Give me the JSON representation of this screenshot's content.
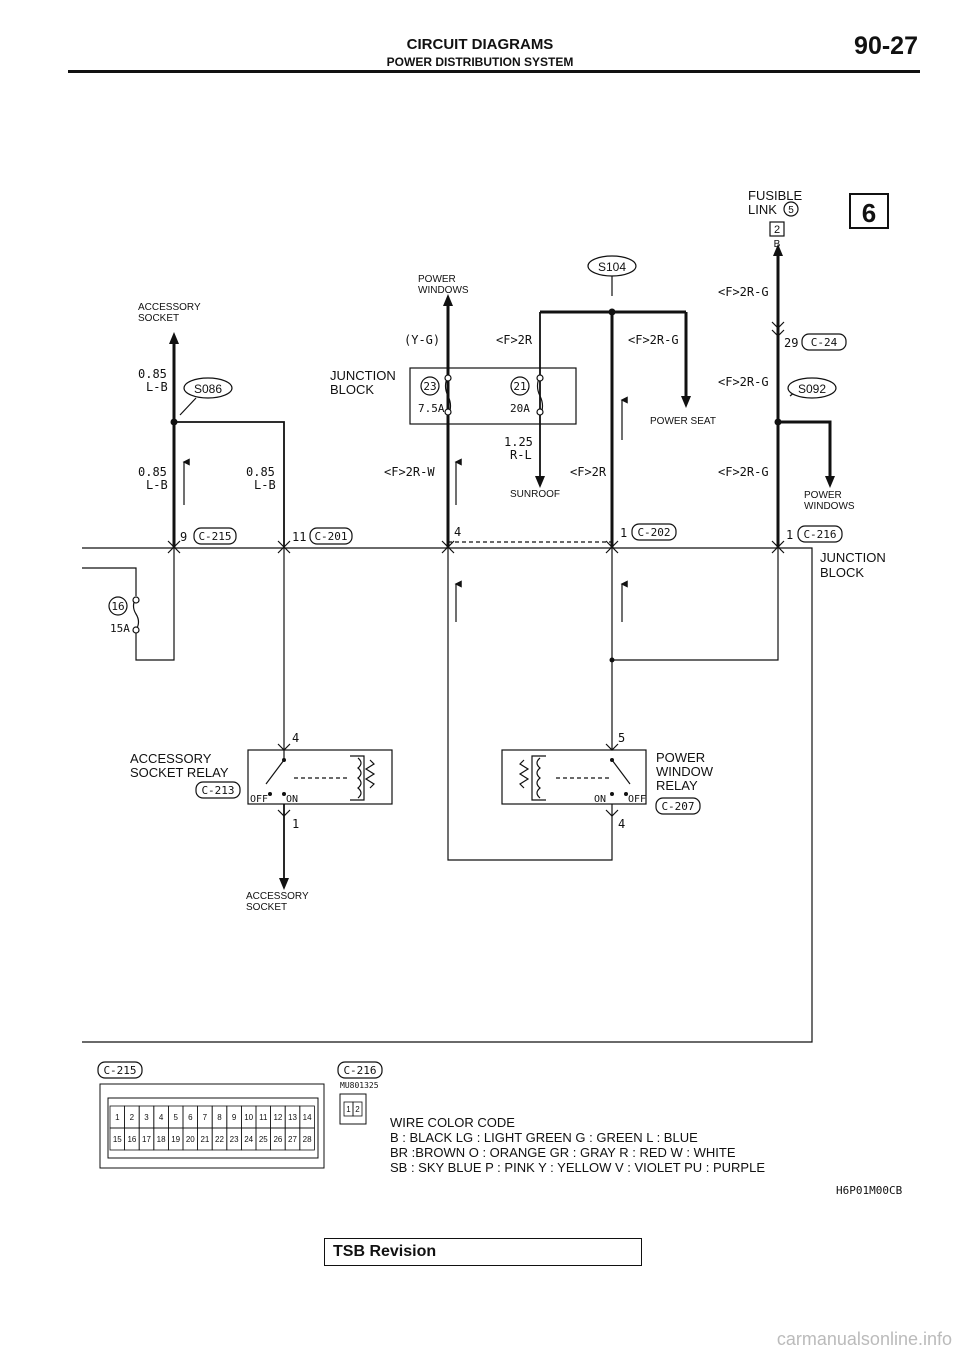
{
  "header": {
    "title": "CIRCUIT DIAGRAMS",
    "subtitle": "POWER DISTRIBUTION SYSTEM",
    "page": "90-27"
  },
  "diagram": {
    "sheet_number": "6",
    "fusible_link_label": "FUSIBLE",
    "fusible_link_label2": "LINK",
    "fusible_link_num": "5",
    "fl_connector": "2",
    "fl_wire": "B",
    "splices": {
      "s104": "S104",
      "s086": "S086",
      "s092": "S092"
    },
    "labels": {
      "power_windows_top": "POWER",
      "power_windows_top2": "WINDOWS",
      "accessory_socket_top": "ACCESSORY",
      "accessory_socket_top2": "SOCKET",
      "junction_block": "JUNCTION",
      "junction_block2": "BLOCK",
      "power_seat": "POWER SEAT",
      "sunroof": "SUNROOF",
      "power_windows_right": "POWER",
      "power_windows_right2": "WINDOWS",
      "junction_block_right": "JUNCTION",
      "junction_block_right2": "BLOCK",
      "acc_relay": "ACCESSORY",
      "acc_relay2": "SOCKET RELAY",
      "pw_relay": "POWER",
      "pw_relay2": "WINDOW",
      "pw_relay3": "RELAY",
      "accessory_socket_bottom": "ACCESSORY",
      "accessory_socket_bottom2": "SOCKET"
    },
    "wires": {
      "yg": "(Y-G)",
      "f2r_1": "<F>2R",
      "f2rg_1": "<F>2R-G",
      "f2rg_top": "<F>2R-G",
      "f2rg_mid": "<F>2R-G",
      "f2rg_low": "<F>2R-G",
      "f2rw": "<F>2R-W",
      "f2r_2": "<F>2R",
      "w085lb_1a": "0.85",
      "w085lb_1b": "L-B",
      "w085lb_2a": "0.85",
      "w085lb_2b": "L-B",
      "w085lb_3a": "0.85",
      "w085lb_3b": "L-B",
      "w125rl_a": "1.25",
      "w125rl_b": "R-L"
    },
    "fuses": {
      "f23": "23",
      "f23_rating": "7.5A",
      "f21": "21",
      "f21_rating": "20A",
      "f16": "16",
      "f16_rating": "15A"
    },
    "connectors": {
      "c215": "C-215",
      "c215_pin": "9",
      "c201": "C-201",
      "c201_pin": "11",
      "jb_pin4": "4",
      "c202": "C-202",
      "c202_pin": "1",
      "c216": "C-216",
      "c216_pin": "1",
      "c24": "C-24",
      "c24_pin": "29",
      "c213": "C-213",
      "acc_relay_pin_top": "4",
      "acc_relay_pin_bot": "1",
      "c207": "C-207",
      "pw_relay_pin_top": "5",
      "pw_relay_pin_bot": "4",
      "off": "OFF",
      "on": "ON"
    },
    "bottom": {
      "c215": "C-215",
      "c216": "C-216",
      "part_no": "MU801325",
      "c215_row1": [
        "1",
        "2",
        "3",
        "4",
        "5",
        "6",
        "7",
        "8",
        "9",
        "10",
        "11",
        "12",
        "13",
        "14"
      ],
      "c215_row2": [
        "15",
        "16",
        "17",
        "18",
        "19",
        "20",
        "21",
        "22",
        "23",
        "24",
        "25",
        "26",
        "27",
        "28"
      ],
      "c216_pins": [
        "1",
        "2"
      ]
    },
    "wire_color_code": {
      "title": "WIRE COLOR CODE",
      "line1": "B : BLACK     LG : LIGHT GREEN     G : GREEN     L : BLUE",
      "line2": "BR :BROWN     O : ORANGE     GR : GRAY     R : RED     W : WHITE",
      "line3": "SB : SKY BLUE     P : PINK     Y : YELLOW     V : VIOLET     PU : PURPLE"
    },
    "figure_id": "H6P01M00CB"
  },
  "footer": {
    "tsb": "TSB Revision"
  },
  "watermark": "carmanualsonline.info"
}
